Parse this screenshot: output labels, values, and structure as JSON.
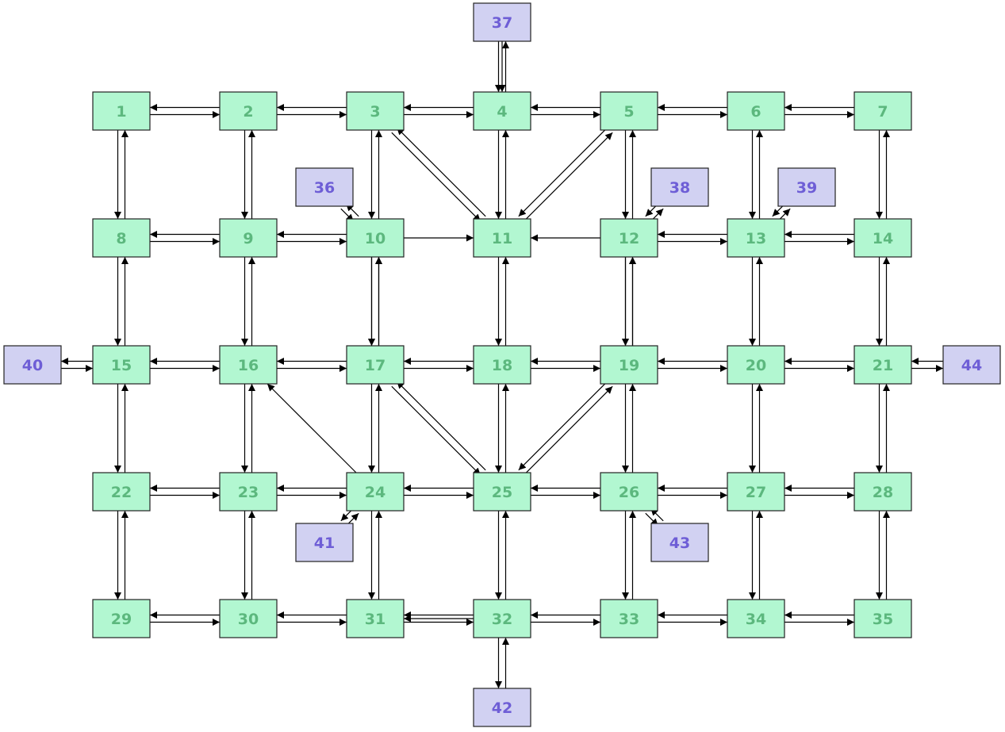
{
  "colors": {
    "main_fill": "#b2f7d1",
    "main_text": "#5cb87e",
    "aux_fill": "#d1d1f2",
    "aux_text": "#6e5ed6",
    "border": "#222222",
    "edge": "#000000"
  },
  "nodes": [
    {
      "label": "1",
      "kind": "main"
    },
    {
      "label": "2",
      "kind": "main"
    },
    {
      "label": "3",
      "kind": "main"
    },
    {
      "label": "4",
      "kind": "main"
    },
    {
      "label": "5",
      "kind": "main"
    },
    {
      "label": "6",
      "kind": "main"
    },
    {
      "label": "7",
      "kind": "main"
    },
    {
      "label": "8",
      "kind": "main"
    },
    {
      "label": "9",
      "kind": "main"
    },
    {
      "label": "10",
      "kind": "main"
    },
    {
      "label": "11",
      "kind": "main"
    },
    {
      "label": "12",
      "kind": "main"
    },
    {
      "label": "13",
      "kind": "main"
    },
    {
      "label": "14",
      "kind": "main"
    },
    {
      "label": "15",
      "kind": "main"
    },
    {
      "label": "16",
      "kind": "main"
    },
    {
      "label": "17",
      "kind": "main"
    },
    {
      "label": "18",
      "kind": "main"
    },
    {
      "label": "19",
      "kind": "main"
    },
    {
      "label": "20",
      "kind": "main"
    },
    {
      "label": "21",
      "kind": "main"
    },
    {
      "label": "22",
      "kind": "main"
    },
    {
      "label": "23",
      "kind": "main"
    },
    {
      "label": "24",
      "kind": "main"
    },
    {
      "label": "25",
      "kind": "main"
    },
    {
      "label": "26",
      "kind": "main"
    },
    {
      "label": "27",
      "kind": "main"
    },
    {
      "label": "28",
      "kind": "main"
    },
    {
      "label": "29",
      "kind": "main"
    },
    {
      "label": "30",
      "kind": "main"
    },
    {
      "label": "31",
      "kind": "main"
    },
    {
      "label": "32",
      "kind": "main"
    },
    {
      "label": "33",
      "kind": "main"
    },
    {
      "label": "34",
      "kind": "main"
    },
    {
      "label": "35",
      "kind": "main"
    },
    {
      "label": "36",
      "kind": "aux"
    },
    {
      "label": "37",
      "kind": "aux"
    },
    {
      "label": "38",
      "kind": "aux"
    },
    {
      "label": "39",
      "kind": "aux"
    },
    {
      "label": "40",
      "kind": "aux"
    },
    {
      "label": "41",
      "kind": "aux"
    },
    {
      "label": "42",
      "kind": "aux"
    },
    {
      "label": "43",
      "kind": "aux"
    },
    {
      "label": "44",
      "kind": "aux"
    }
  ],
  "edges": [
    {
      "from": "1",
      "to": "2",
      "bidirectional": true
    },
    {
      "from": "2",
      "to": "3",
      "bidirectional": true
    },
    {
      "from": "3",
      "to": "4",
      "bidirectional": true
    },
    {
      "from": "4",
      "to": "5",
      "bidirectional": true
    },
    {
      "from": "5",
      "to": "6",
      "bidirectional": true
    },
    {
      "from": "6",
      "to": "7",
      "bidirectional": true
    },
    {
      "from": "8",
      "to": "9",
      "bidirectional": true
    },
    {
      "from": "9",
      "to": "10",
      "bidirectional": true
    },
    {
      "from": "10",
      "to": "11",
      "bidirectional": false
    },
    {
      "from": "12",
      "to": "11",
      "bidirectional": false
    },
    {
      "from": "12",
      "to": "13",
      "bidirectional": true
    },
    {
      "from": "13",
      "to": "14",
      "bidirectional": true
    },
    {
      "from": "15",
      "to": "16",
      "bidirectional": true
    },
    {
      "from": "16",
      "to": "17",
      "bidirectional": true
    },
    {
      "from": "17",
      "to": "18",
      "bidirectional": true
    },
    {
      "from": "18",
      "to": "19",
      "bidirectional": true
    },
    {
      "from": "19",
      "to": "20",
      "bidirectional": true
    },
    {
      "from": "20",
      "to": "21",
      "bidirectional": true
    },
    {
      "from": "22",
      "to": "23",
      "bidirectional": true
    },
    {
      "from": "23",
      "to": "24",
      "bidirectional": true
    },
    {
      "from": "24",
      "to": "25",
      "bidirectional": true
    },
    {
      "from": "25",
      "to": "26",
      "bidirectional": true
    },
    {
      "from": "26",
      "to": "27",
      "bidirectional": true
    },
    {
      "from": "27",
      "to": "28",
      "bidirectional": true
    },
    {
      "from": "29",
      "to": "30",
      "bidirectional": true
    },
    {
      "from": "30",
      "to": "31",
      "bidirectional": true
    },
    {
      "from": "31",
      "to": "32",
      "bidirectional": true
    },
    {
      "from": "32",
      "to": "31",
      "bidirectional": false
    },
    {
      "from": "32",
      "to": "33",
      "bidirectional": true
    },
    {
      "from": "33",
      "to": "34",
      "bidirectional": true
    },
    {
      "from": "34",
      "to": "35",
      "bidirectional": true
    },
    {
      "from": "1",
      "to": "8",
      "bidirectional": true
    },
    {
      "from": "8",
      "to": "15",
      "bidirectional": true
    },
    {
      "from": "15",
      "to": "22",
      "bidirectional": true
    },
    {
      "from": "22",
      "to": "29",
      "bidirectional": true
    },
    {
      "from": "2",
      "to": "9",
      "bidirectional": true
    },
    {
      "from": "9",
      "to": "16",
      "bidirectional": true
    },
    {
      "from": "16",
      "to": "23",
      "bidirectional": true
    },
    {
      "from": "23",
      "to": "30",
      "bidirectional": true
    },
    {
      "from": "3",
      "to": "10",
      "bidirectional": true
    },
    {
      "from": "10",
      "to": "17",
      "bidirectional": true
    },
    {
      "from": "17",
      "to": "10",
      "bidirectional": true
    },
    {
      "from": "17",
      "to": "24",
      "bidirectional": true
    },
    {
      "from": "24",
      "to": "31",
      "bidirectional": true
    },
    {
      "from": "4",
      "to": "11",
      "bidirectional": true
    },
    {
      "from": "11",
      "to": "18",
      "bidirectional": true
    },
    {
      "from": "18",
      "to": "25",
      "bidirectional": true
    },
    {
      "from": "25",
      "to": "32",
      "bidirectional": true
    },
    {
      "from": "5",
      "to": "12",
      "bidirectional": true
    },
    {
      "from": "12",
      "to": "19",
      "bidirectional": true
    },
    {
      "from": "19",
      "to": "12",
      "bidirectional": true
    },
    {
      "from": "19",
      "to": "26",
      "bidirectional": true
    },
    {
      "from": "26",
      "to": "33",
      "bidirectional": true
    },
    {
      "from": "6",
      "to": "13",
      "bidirectional": true
    },
    {
      "from": "13",
      "to": "20",
      "bidirectional": true
    },
    {
      "from": "20",
      "to": "27",
      "bidirectional": true
    },
    {
      "from": "27",
      "to": "34",
      "bidirectional": true
    },
    {
      "from": "7",
      "to": "14",
      "bidirectional": true
    },
    {
      "from": "14",
      "to": "21",
      "bidirectional": true
    },
    {
      "from": "21",
      "to": "28",
      "bidirectional": true
    },
    {
      "from": "28",
      "to": "35",
      "bidirectional": true
    },
    {
      "from": "3",
      "to": "11",
      "bidirectional": true
    },
    {
      "from": "5",
      "to": "11",
      "bidirectional": true
    },
    {
      "from": "17",
      "to": "25",
      "bidirectional": true
    },
    {
      "from": "19",
      "to": "25",
      "bidirectional": true
    },
    {
      "from": "24",
      "to": "16",
      "bidirectional": false
    },
    {
      "from": "4",
      "to": "37",
      "bidirectional": true
    },
    {
      "from": "37",
      "to": "4",
      "bidirectional": false
    },
    {
      "from": "10",
      "to": "36",
      "bidirectional": true
    },
    {
      "from": "12",
      "to": "38",
      "bidirectional": true
    },
    {
      "from": "13",
      "to": "39",
      "bidirectional": true
    },
    {
      "from": "15",
      "to": "40",
      "bidirectional": true
    },
    {
      "from": "21",
      "to": "44",
      "bidirectional": true
    },
    {
      "from": "24",
      "to": "41",
      "bidirectional": true
    },
    {
      "from": "26",
      "to": "43",
      "bidirectional": true
    },
    {
      "from": "32",
      "to": "42",
      "bidirectional": true
    }
  ]
}
